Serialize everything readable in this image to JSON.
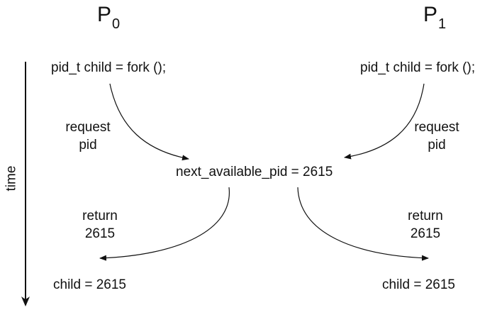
{
  "processes": {
    "p0": {
      "letter": "P",
      "subscript": "0"
    },
    "p1": {
      "letter": "P",
      "subscript": "1"
    }
  },
  "time_axis": {
    "label": "time"
  },
  "left": {
    "fork_call": "pid_t child = fork ();",
    "request": [
      "request",
      "pid"
    ],
    "return": [
      "return",
      "2615"
    ],
    "result": "child = 2615"
  },
  "right": {
    "fork_call": "pid_t child = fork ();",
    "request": [
      "request",
      "pid"
    ],
    "return": [
      "return",
      "2615"
    ],
    "result": "child = 2615"
  },
  "center": {
    "shared_variable": "next_available_pid = 2615"
  },
  "colors": {
    "ink": "#111111",
    "background": "#ffffff"
  }
}
